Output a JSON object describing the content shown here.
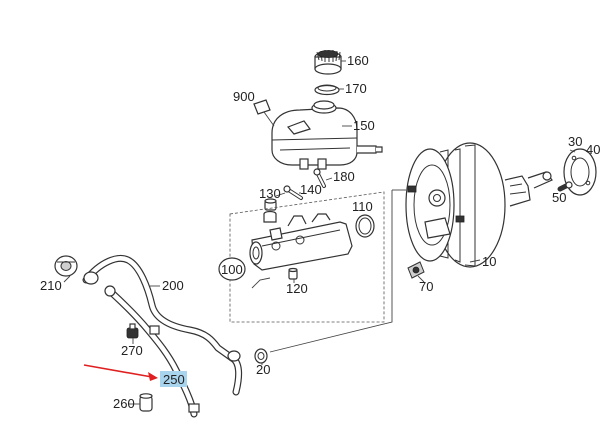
{
  "diagram": {
    "highlight_color": "#a8d4ee",
    "arrow_color": "#e02020",
    "highlighted_part": "250",
    "labels": {
      "p160": "160",
      "p170": "170",
      "p900": "900",
      "p150": "150",
      "p130": "130",
      "p140": "140",
      "p180": "180",
      "p110": "110",
      "p100": "100",
      "p120": "120",
      "p30": "30",
      "p40": "40",
      "p50": "50",
      "p10": "10",
      "p70": "70",
      "p210": "210",
      "p200": "200",
      "p270": "270",
      "p20": "20",
      "p250": "250",
      "p260": "260"
    }
  }
}
